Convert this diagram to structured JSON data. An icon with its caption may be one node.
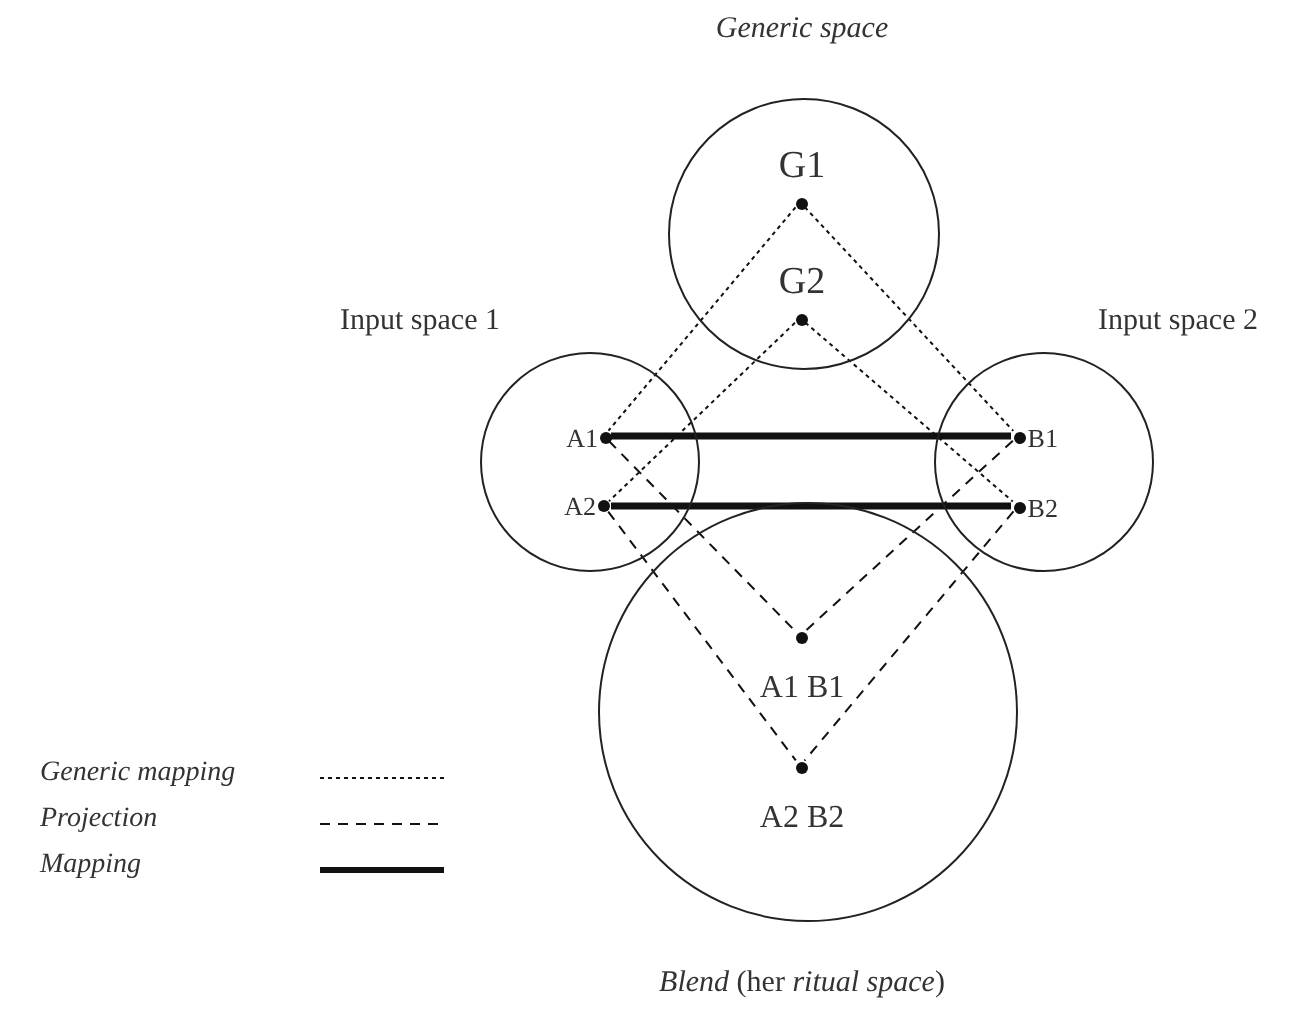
{
  "diagram": {
    "nodes": [
      {
        "text": [
          "Generic space"
        ]
      },
      {
        "text": [
          "G1"
        ],
        "in": 0
      },
      {
        "text": [
          "G2"
        ],
        "in": 0
      },
      {
        "text": [
          "Input space 1"
        ]
      },
      {
        "text": [
          "A1"
        ],
        "in": 3
      },
      {
        "text": [
          "A2"
        ]
      },
      {
        "text": [
          "Input space 2"
        ]
      },
      {
        "text": [
          "B1"
        ],
        "in": 6
      },
      {
        "text": [
          "B2"
        ],
        "in": 6
      },
      {
        "text": [
          "*Blend* (her *ritual space*)"
        ]
      },
      {
        "text": [
          "A1 B1"
        ],
        "in": 9
      },
      {
        "text": [
          "A2 B2"
        ],
        "in": 9
      }
    ],
    "edges": [
      {
        "from": 1,
        "to": 4,
        "arrow": "none",
        "style": "dashed"
      },
      {
        "from": 1,
        "to": 7,
        "arrow": "none",
        "style": "dashed"
      },
      {
        "from": 2,
        "to": 5,
        "arrow": "none",
        "style": "dashed"
      },
      {
        "from": 2,
        "to": 8,
        "arrow": "none",
        "style": "dashed"
      },
      {
        "from": 4,
        "to": 10,
        "arrow": "none",
        "style": "dashed"
      },
      {
        "from": 7,
        "to": 10,
        "arrow": "none",
        "style": "dashed"
      },
      {
        "from": 5,
        "to": 11,
        "arrow": "none",
        "style": "dashed"
      },
      {
        "from": 8,
        "to": 11,
        "arrow": "none",
        "style": "dashed"
      },
      {
        "from": 4,
        "to": 7,
        "arrow": "none",
        "style": "thick"
      },
      {
        "from": 5,
        "to": 8,
        "arrow": "none",
        "style": "thick"
      }
    ],
    "legend": [
      {
        "text": "Generic mapping"
      },
      {
        "text": "Projection"
      },
      {
        "text": "Mapping"
      }
    ]
  }
}
